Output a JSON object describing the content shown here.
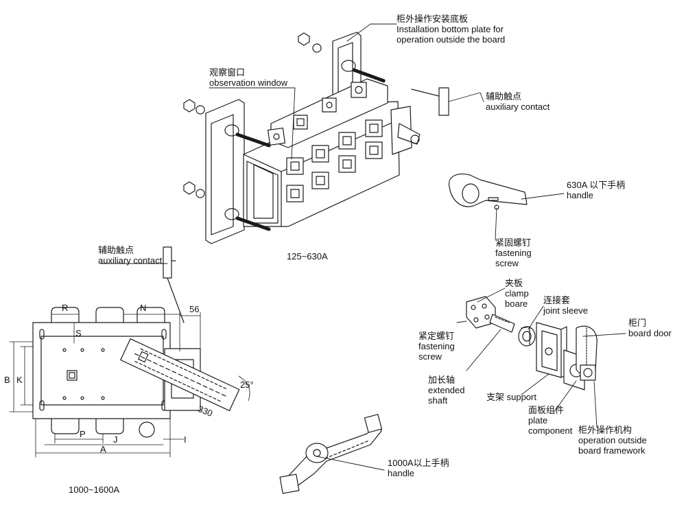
{
  "labels": {
    "install_plate": {
      "zh": "柜外操作安装底板",
      "en1": "Installation bottom plate for",
      "en2": "operation outside the board"
    },
    "observation_window": {
      "zh": "观察窗口",
      "en": "observation window"
    },
    "aux_contact_top": {
      "zh": "辅助触点",
      "en": "auxiliary contact"
    },
    "handle_630": {
      "zh": "630A 以下手柄",
      "en": "handle"
    },
    "fastening_screw_top": {
      "zh": "紧固螺钉",
      "en1": "fastening",
      "en2": "screw"
    },
    "aux_contact_left": {
      "zh": "辅助触点",
      "en": "auxiliary contact"
    },
    "clamp_board": {
      "zh": "夹板",
      "en1": "clamp",
      "en2": "boare"
    },
    "joint_sleeve": {
      "zh": "连接套",
      "en": "joint sleeve"
    },
    "board_door": {
      "zh": "柜门",
      "en": "board door"
    },
    "fastening_screw_right": {
      "zh": "紧定螺钉",
      "en1": "fastening",
      "en2": "screw"
    },
    "extended_shaft": {
      "zh": "加长轴",
      "en1": "extended",
      "en2": "shaft"
    },
    "support": {
      "text": "支架 support"
    },
    "plate_component": {
      "zh": "面板组件",
      "en1": "plate",
      "en2": "component"
    },
    "operation_framework": {
      "zh": "柜外操作机构",
      "en1": "operation outside",
      "en2": "board framework"
    },
    "handle_1000": {
      "zh": "1000A以上手柄",
      "en": "handle"
    }
  },
  "captions": {
    "top": "125~630A",
    "bottom": "1000~1600A"
  },
  "dimensions": {
    "R": "R",
    "N": "N",
    "d56": "56",
    "S": "S",
    "B": "B",
    "K": "K",
    "P": "P",
    "J": "J",
    "A": "A",
    "I": "I",
    "angle": "25°",
    "length": "330"
  }
}
